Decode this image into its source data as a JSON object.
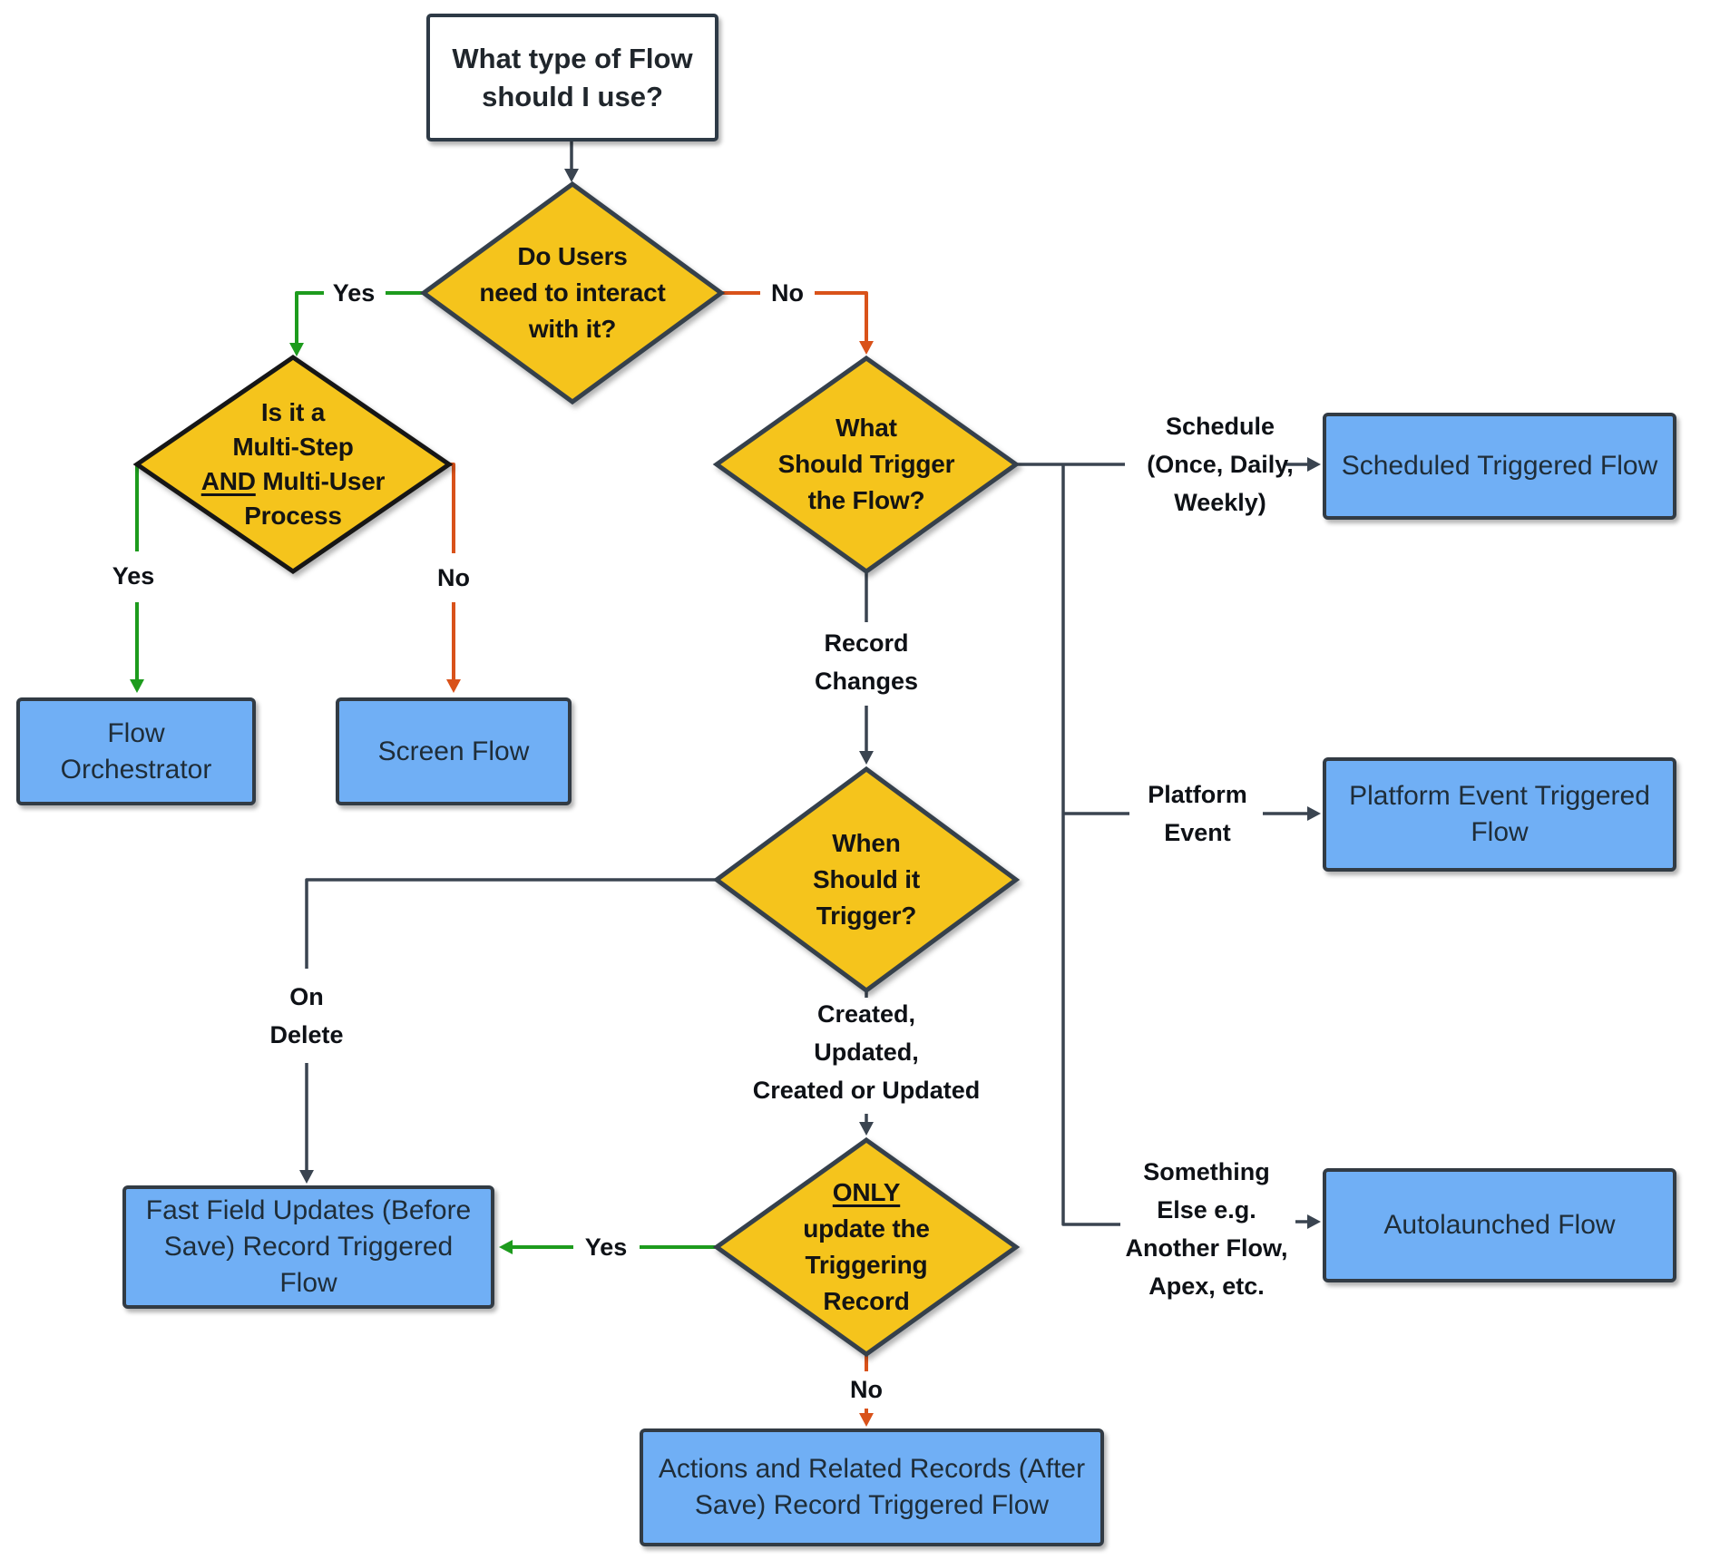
{
  "diagram": {
    "start": {
      "lines": [
        "What type of Flow",
        "should I use?"
      ]
    },
    "decisions": {
      "d1": {
        "lines": [
          "Do Users",
          "need to interact",
          "with it?"
        ]
      },
      "d2": {
        "line1": "Is it a",
        "line2": "Multi-Step",
        "line3_underlined": "AND",
        "line3_rest": " Multi-User",
        "line4": "Process"
      },
      "d3": {
        "lines": [
          "What",
          "Should Trigger",
          "the Flow?"
        ]
      },
      "d4": {
        "lines": [
          "When",
          "Should it",
          "Trigger?"
        ]
      },
      "d5": {
        "line1_underlined": "ONLY",
        "lines": [
          "update the",
          "Triggering",
          "Record"
        ]
      }
    },
    "edge_labels": {
      "yes1": "Yes",
      "no1": "No",
      "yes2": "Yes",
      "no2": "No",
      "yes5": "Yes",
      "no5": "No",
      "schedule": [
        "Schedule",
        "(Once, Daily,",
        "Weekly)"
      ],
      "record_changes": [
        "Record",
        "Changes"
      ],
      "platform": [
        "Platform",
        "Event"
      ],
      "created": [
        "Created,",
        "Updated,",
        "Created or Updated"
      ],
      "on_delete": [
        "On",
        "Delete"
      ],
      "something": [
        "Something",
        "Else e.g.",
        "Another Flow,",
        "Apex, etc."
      ]
    },
    "results": {
      "flow_orchestrator": "Flow Orchestrator",
      "screen_flow": "Screen Flow",
      "scheduled": "Scheduled Triggered Flow",
      "platform_event": "Platform Event Triggered Flow",
      "autolaunched": "Autolaunched Flow",
      "fast_field": "Fast Field Updates (Before Save) Record Triggered Flow",
      "actions": "Actions and Related Records (After Save) Record Triggered Flow"
    },
    "colors": {
      "decision_fill": "#f5c41c",
      "result_fill": "#70aff5",
      "yes_line": "#1d9b1d",
      "no_line": "#d9521a",
      "neutral_line": "#3a4450"
    }
  }
}
